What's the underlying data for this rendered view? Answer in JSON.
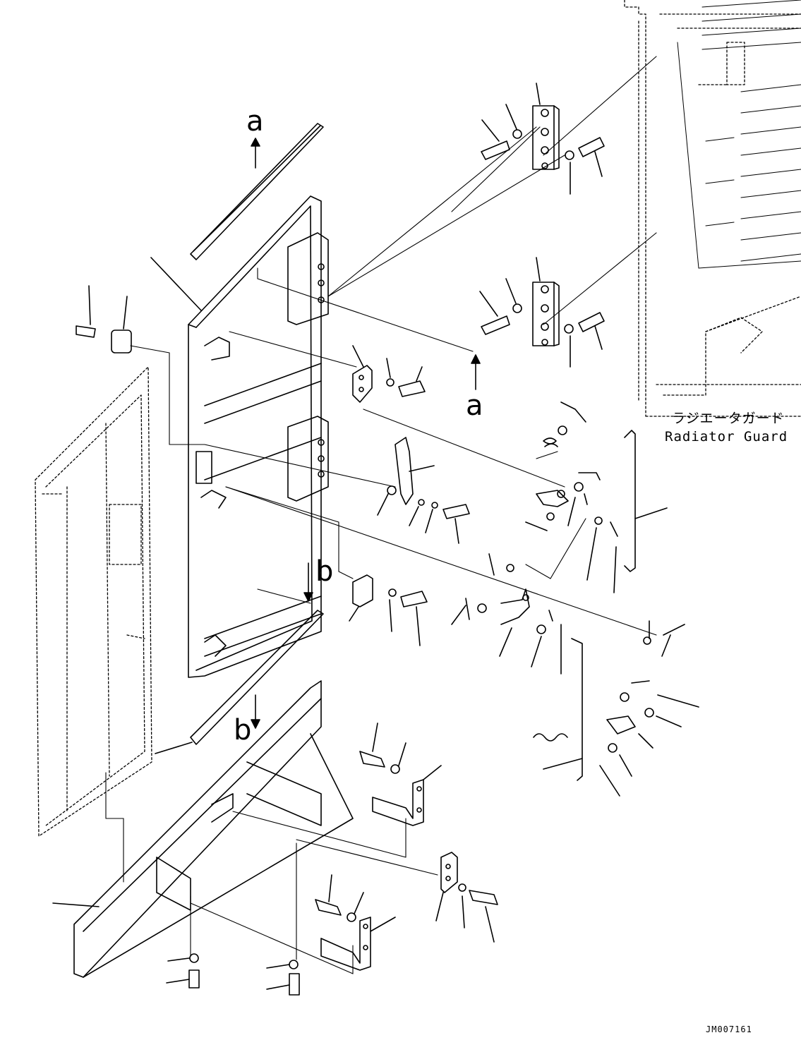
{
  "callouts": {
    "a_top": "a",
    "a_bottom": "a",
    "b_upper": "b",
    "b_lower": "b"
  },
  "caption": {
    "jp": "ラジエータガード",
    "en": "Radiator Guard"
  },
  "drawing_code": "JM007161",
  "colors": {
    "line": "#000000",
    "background": "#ffffff"
  }
}
